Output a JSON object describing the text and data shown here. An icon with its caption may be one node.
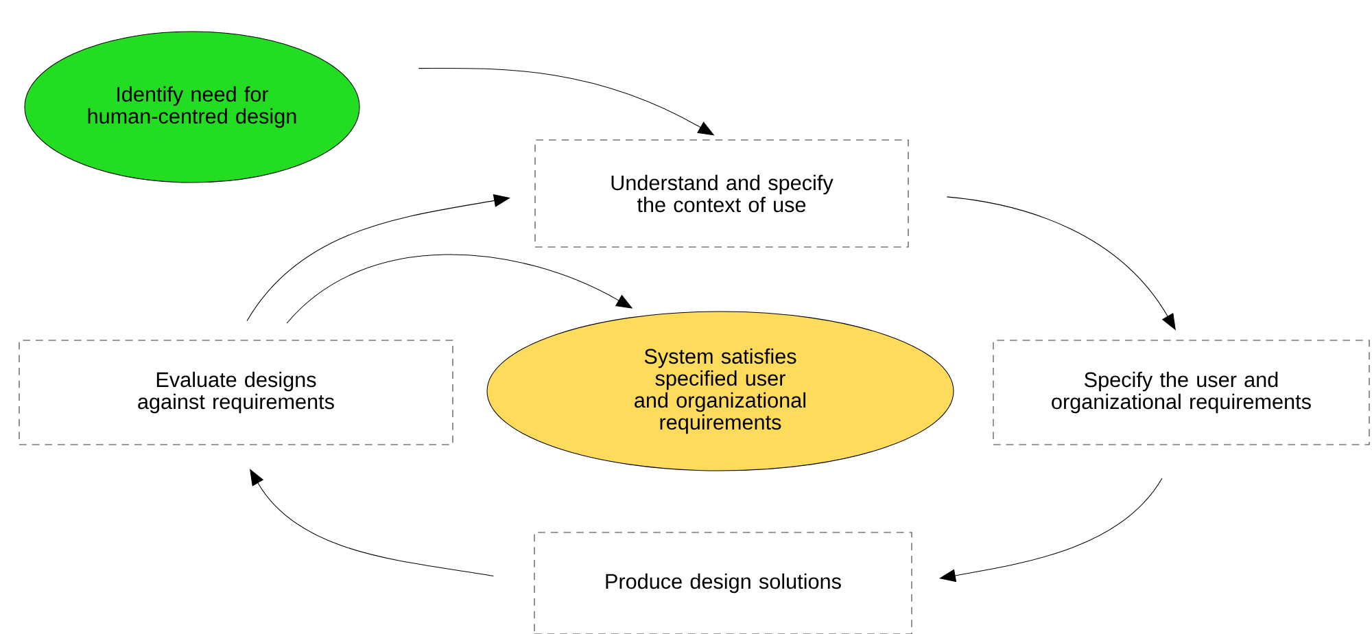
{
  "diagram": {
    "nodes": [
      {
        "text": [
          "Identify need for human-centred design"
        ]
      },
      {
        "text": [
          "Understand and specify the context of use"
        ]
      },
      {
        "text": [
          "System satisfies specified user and organizational requirements"
        ]
      },
      {
        "text": [
          "Specify the user and organizational requirements"
        ]
      },
      {
        "text": [
          "Produce design solutions"
        ]
      },
      {
        "text": [
          "Evaluate designs against requirements"
        ]
      }
    ],
    "edges": [
      {
        "from": 0,
        "to": 1,
        "arrow": "to"
      },
      {
        "from": 1,
        "to": 3,
        "arrow": "to"
      },
      {
        "from": 3,
        "to": 4,
        "arrow": "to"
      },
      {
        "from": 4,
        "to": 5,
        "arrow": "to"
      },
      {
        "from": 5,
        "to": 1,
        "arrow": "to"
      },
      {
        "from": 5,
        "to": 2,
        "arrow": "to"
      }
    ]
  }
}
